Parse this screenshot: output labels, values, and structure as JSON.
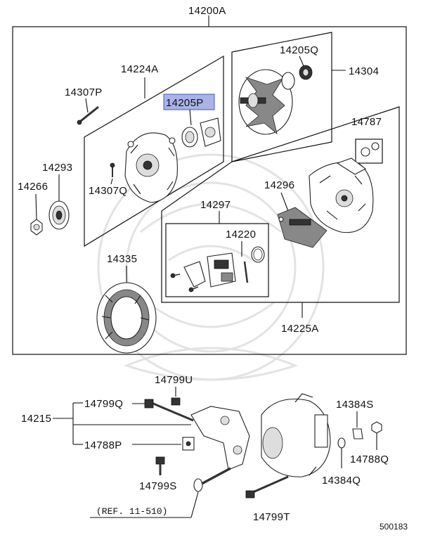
{
  "diagram_id": "500183",
  "callouts": {
    "main_assembly": "14200A",
    "bearing_top": "14205Q",
    "rotor": "14304",
    "front_bracket": "14224A",
    "bolt_top": "14307P",
    "bearing_highlighted": "14205P",
    "nut_pulley": "14293",
    "nut": "14266",
    "screw": "14307Q",
    "bushing_kit": "14787",
    "rectifier": "14296",
    "regulator_kit": "14297",
    "brush_holder": "14220",
    "stator": "14335",
    "rear_bracket": "14225A",
    "bolt_u": "14799U",
    "bracket_assy": "14215",
    "bolt_q": "14799Q",
    "nut_p": "14788P",
    "bolt_s": "14799S",
    "ref": "(REF. 11-510)",
    "bolt_t": "14799T",
    "spacer_s": "14384S",
    "nut_q": "14788Q",
    "spacer_q": "14384Q"
  }
}
